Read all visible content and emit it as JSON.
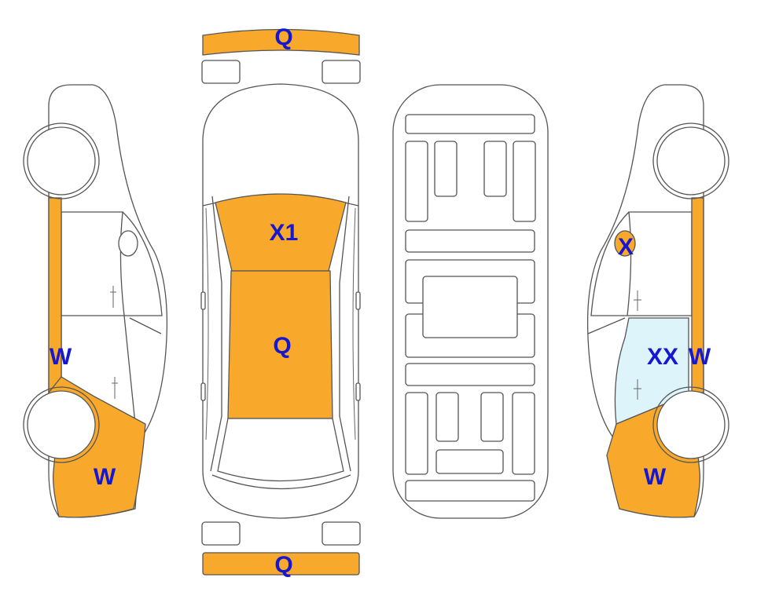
{
  "colors": {
    "damage_fill": "#F8A92C",
    "glass_fill": "#DDF4FA",
    "label": "#1518CF",
    "outline": "#555555"
  },
  "marks": {
    "front_bumper": "Q",
    "rear_bumper": "Q",
    "windshield": "X1",
    "roof": "Q",
    "left_side": "W",
    "left_rear_quarter": "W",
    "right_mirror": "X",
    "right_window": "XX",
    "right_side": "W",
    "right_rear_quarter": "W"
  }
}
